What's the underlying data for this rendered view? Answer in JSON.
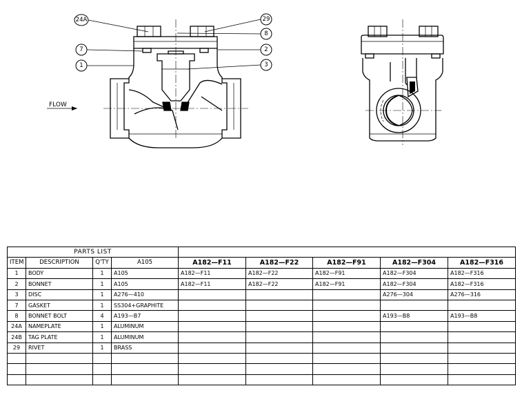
{
  "balloons": {
    "b24a": "24A",
    "b29": "29",
    "b8": "8",
    "b7": "7",
    "b2": "2",
    "b1": "1",
    "b3": "3"
  },
  "flow_label": "FLOW",
  "parts_list": {
    "title": "PARTS  LIST",
    "headers": [
      "ITEM",
      "DESCRIPTION",
      "Q'TY",
      "A105",
      "A182—F11",
      "A182—F22",
      "A182—F91",
      "A182—F304",
      "A182—F316"
    ],
    "rows": [
      [
        "1",
        "BODY",
        "1",
        "A105",
        "A182—F11",
        "A182—F22",
        "A182—F91",
        "A182—F304",
        "A182—F316"
      ],
      [
        "2",
        "BONNET",
        "1",
        "A105",
        "A182—F11",
        "A182—F22",
        "A182—F91",
        "A182—F304",
        "A182—F316"
      ],
      [
        "3",
        "DISC",
        "1",
        "A276—410",
        "",
        "",
        "",
        "A276—304",
        "A276—316"
      ],
      [
        "7",
        "GASKET",
        "1",
        "SS304+GRAPHITE",
        "",
        "",
        "",
        "",
        ""
      ],
      [
        "8",
        "BONNET  BOLT",
        "4",
        "A193—B7",
        "",
        "",
        "",
        "A193—B8",
        "A193—B8"
      ],
      [
        "24A",
        "NAMEPLATE",
        "1",
        "ALUMINUM",
        "",
        "",
        "",
        "",
        ""
      ],
      [
        "24B",
        "TAG  PLATE",
        "1",
        "ALUMINUM",
        "",
        "",
        "",
        "",
        ""
      ],
      [
        "29",
        "RIVET",
        "1",
        "BRASS",
        "",
        "",
        "",
        "",
        ""
      ],
      [
        "",
        "",
        "",
        "",
        "",
        "",
        "",
        "",
        ""
      ],
      [
        "",
        "",
        "",
        "",
        "",
        "",
        "",
        "",
        ""
      ],
      [
        "",
        "",
        "",
        "",
        "",
        "",
        "",
        "",
        ""
      ]
    ]
  }
}
